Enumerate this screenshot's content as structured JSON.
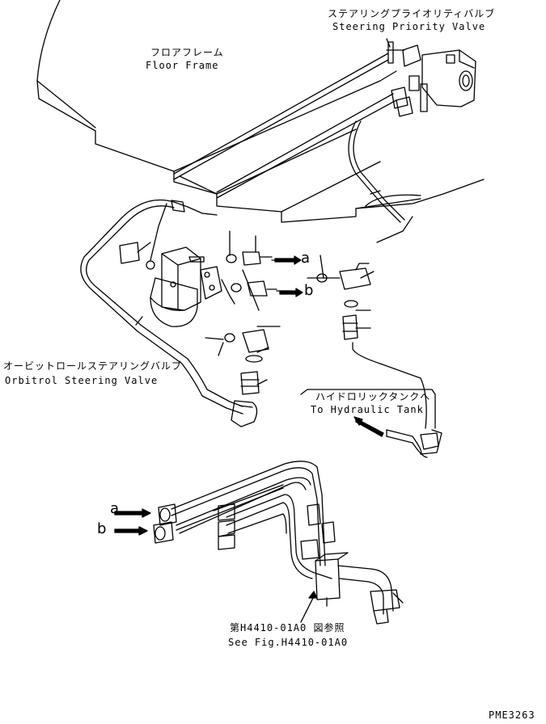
{
  "labels": {
    "steering_priority_valve_jp": "ステアリングプライオリティバルブ",
    "steering_priority_valve_en": "Steering Priority Valve",
    "floor_frame_jp": "フロアフレーム",
    "floor_frame_en": "Floor Frame",
    "orbitrol_valve_jp": "オービットロールステアリングバルブ",
    "orbitrol_valve_en": "Orbitrol Steering Valve",
    "hydraulic_tank_jp": "ハイドロリックタンクへ",
    "hydraulic_tank_en": "To Hydraulic Tank",
    "see_fig_jp": "第H4410-01A0 図参照",
    "see_fig_en": "See Fig.H4410-01A0",
    "drawing_number": "PME3263"
  },
  "refs": {
    "a_top": "a",
    "b_top": "b",
    "a_bottom": "a",
    "b_bottom": "b"
  },
  "colors": {
    "ink": "#000000",
    "paper": "#ffffff"
  }
}
